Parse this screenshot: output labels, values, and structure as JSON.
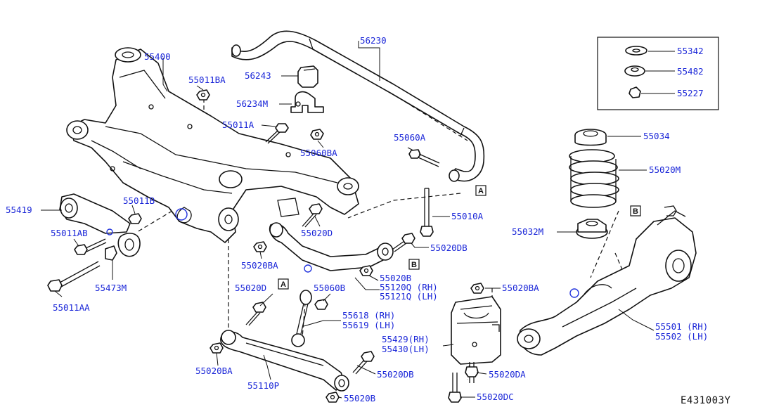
{
  "labels": {
    "p56230": "56230",
    "p55400": "55400",
    "p55011BA": "55011BA",
    "p56243": "56243",
    "p56234M": "56234M",
    "p55011A": "55011A",
    "p55060BA": "55060BA",
    "p55060A": "55060A",
    "p55342": "55342",
    "p55482": "55482",
    "p55227": "55227",
    "p55034": "55034",
    "p55020M": "55020M",
    "p55419": "55419",
    "p55011B": "55011B",
    "p55011AB": "55011AB",
    "p55473M": "55473M",
    "p55011AA": "55011AA",
    "p55010A": "55010A",
    "p55020D_a": "55020D",
    "p55020DB_a": "55020DB",
    "p55020BA_a": "55020BA",
    "p55020B_a": "55020B",
    "p55120Q": "55120Q (RH)",
    "p55121Q": "55121Q (LH)",
    "p55032M": "55032M",
    "p55020D_b": "55020D",
    "p55060B": "55060B",
    "p55618": "55618 (RH)",
    "p55619": "55619 (LH)",
    "p55020BA_b": "55020BA",
    "p55429": "55429(RH)",
    "p55430": "55430(LH)",
    "p55020DA": "55020DA",
    "p55020DC": "55020DC",
    "p55020BA_c": "55020BA",
    "p55110P": "55110P",
    "p55020DB_b": "55020DB",
    "p55020B_b": "55020B",
    "p55501": "55501 (RH)",
    "p55502": "55502 (LH)"
  },
  "refs": {
    "a1": "A",
    "a2": "A",
    "b1": "B",
    "b2": "B"
  },
  "diagram_code": "E431003Y"
}
